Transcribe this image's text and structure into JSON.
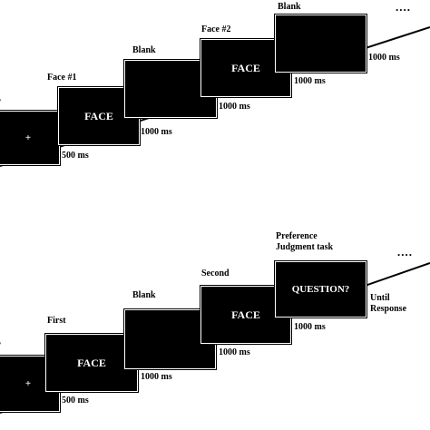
{
  "panel_top": {
    "screens": [
      {
        "content": "+"
      },
      {
        "content": "FACE"
      },
      {
        "content": ""
      },
      {
        "content": "FACE"
      },
      {
        "content": ""
      }
    ],
    "captions": {
      "face1": "Face #1",
      "blank1": "Blank",
      "face2": "Face #2",
      "blank2": "Blank"
    },
    "durations": [
      "500 ms",
      "1000 ms",
      "1000 ms",
      "1000 ms",
      "1000 ms"
    ],
    "continuation": "...."
  },
  "panel_bottom": {
    "screens": [
      {
        "content": "+"
      },
      {
        "content": "FACE"
      },
      {
        "content": ""
      },
      {
        "content": "FACE"
      },
      {
        "content": "QUESTION?"
      }
    ],
    "captions": {
      "first": "First",
      "blank": "Blank",
      "second": "Second",
      "task_line1": "Preference",
      "task_line2": "Judgment task"
    },
    "durations": [
      "500 ms",
      "1000 ms",
      "1000 ms",
      "1000 ms"
    ],
    "until_line1": "Until",
    "until_line2": "Response",
    "continuation": "...."
  }
}
